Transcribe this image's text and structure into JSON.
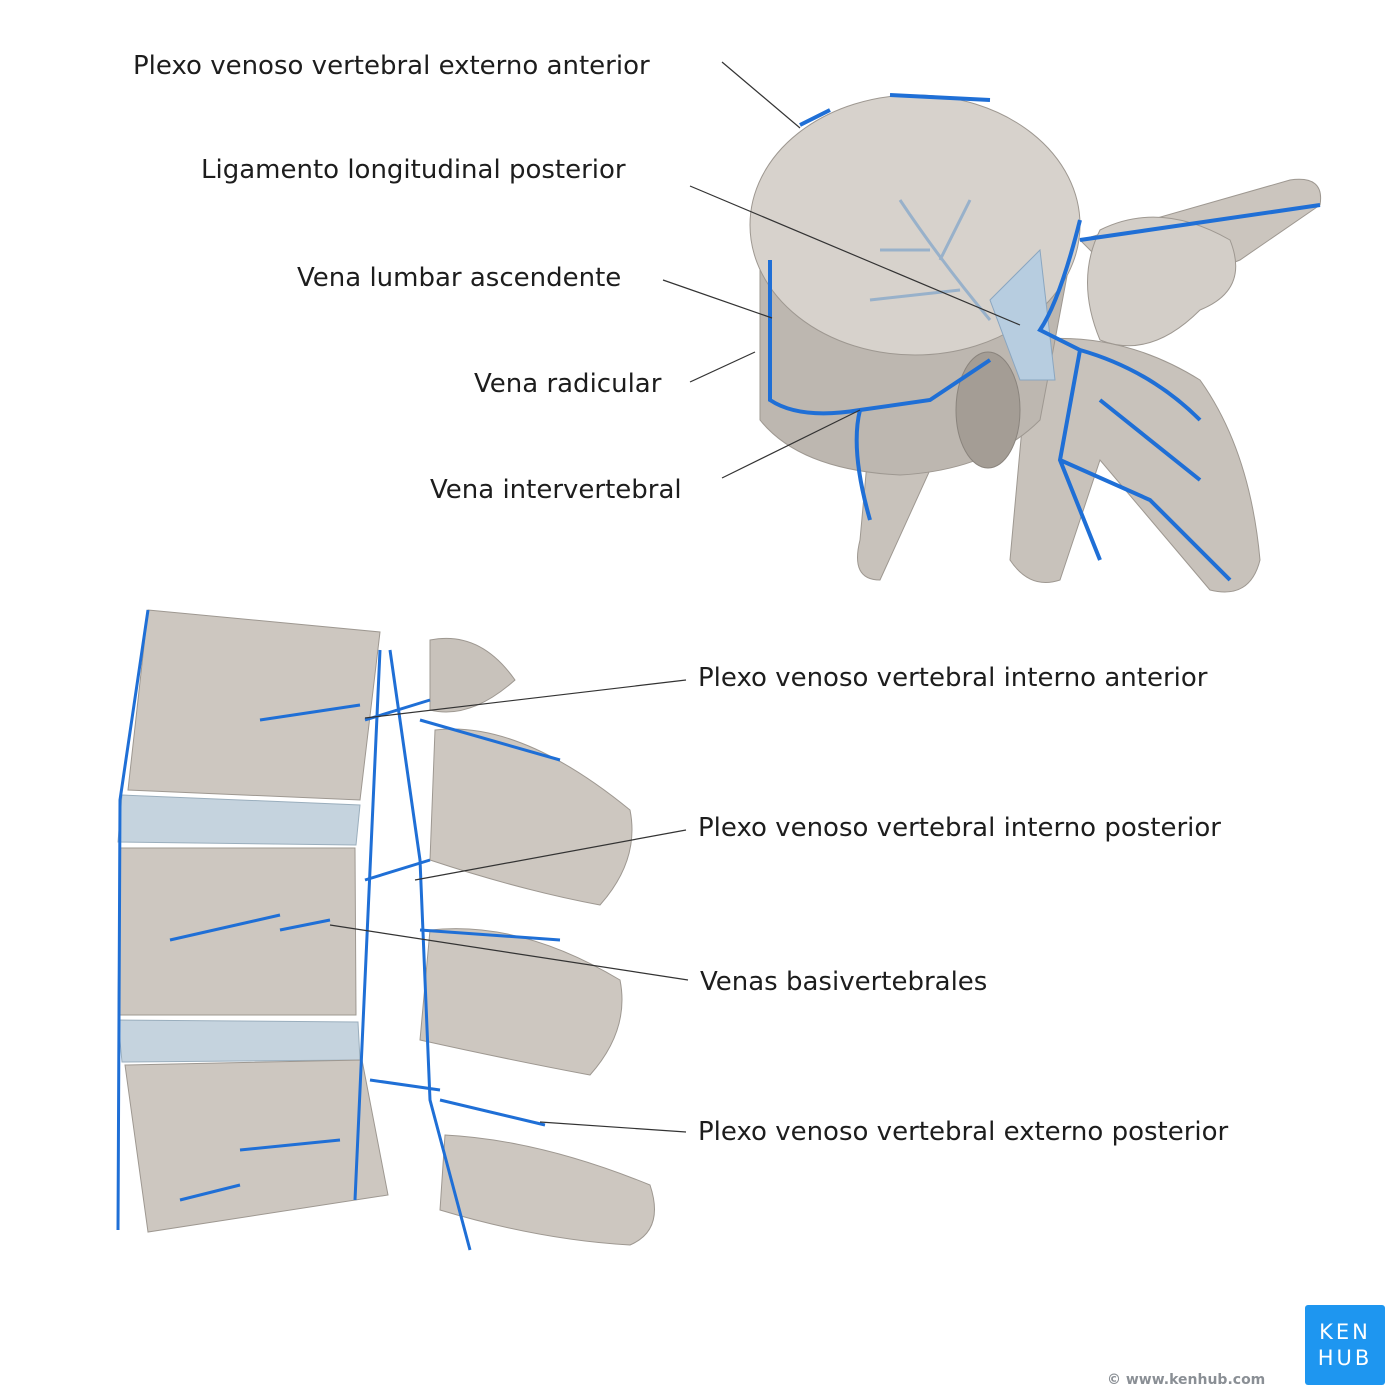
{
  "labels": {
    "ext_ant": "Plexo venoso vertebral externo anterior",
    "lig_post": "Ligamento longitudinal posterior",
    "lumbar_asc": "Vena lumbar ascendente",
    "radicular": "Vena radicular",
    "intervertebral": "Vena intervertebral",
    "int_ant": "Plexo venoso vertebral interno anterior",
    "int_post": "Plexo venoso vertebral interno posterior",
    "basivert": "Venas basivertebrales",
    "ext_post": "Plexo venoso vertebral externo posterior"
  },
  "logo": {
    "line1": "KEN",
    "line2": "HUB"
  },
  "copyright": "© www.kenhub.com",
  "colors": {
    "vein": "#1f6fd6",
    "bone": "#cfcac4",
    "disc": "#c5d3de",
    "brand": "#1e96f0"
  }
}
